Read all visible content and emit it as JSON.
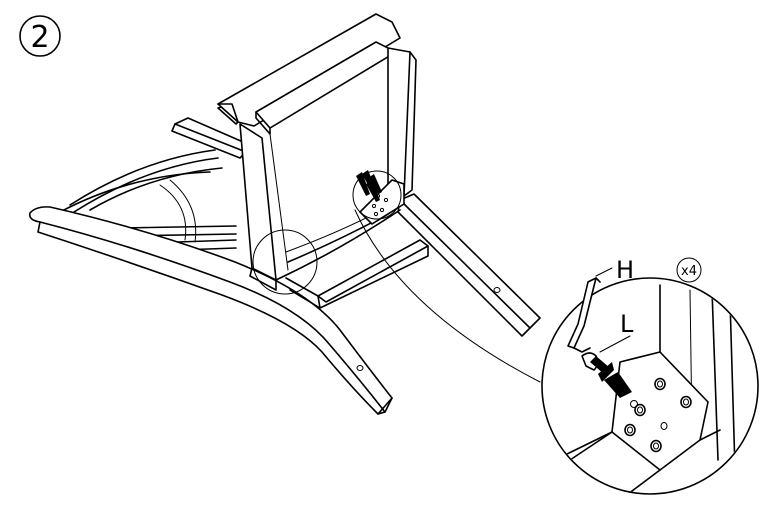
{
  "step": {
    "number": "2"
  },
  "callout": {
    "label_h": "H",
    "label_l": "L",
    "quantity": "x4"
  },
  "colors": {
    "ink": "#000000",
    "paper": "#ffffff"
  },
  "icons": {
    "step_badge": "circled-number",
    "allen_key": "hex-key-icon",
    "bolt": "bolt-with-washer-icon"
  }
}
